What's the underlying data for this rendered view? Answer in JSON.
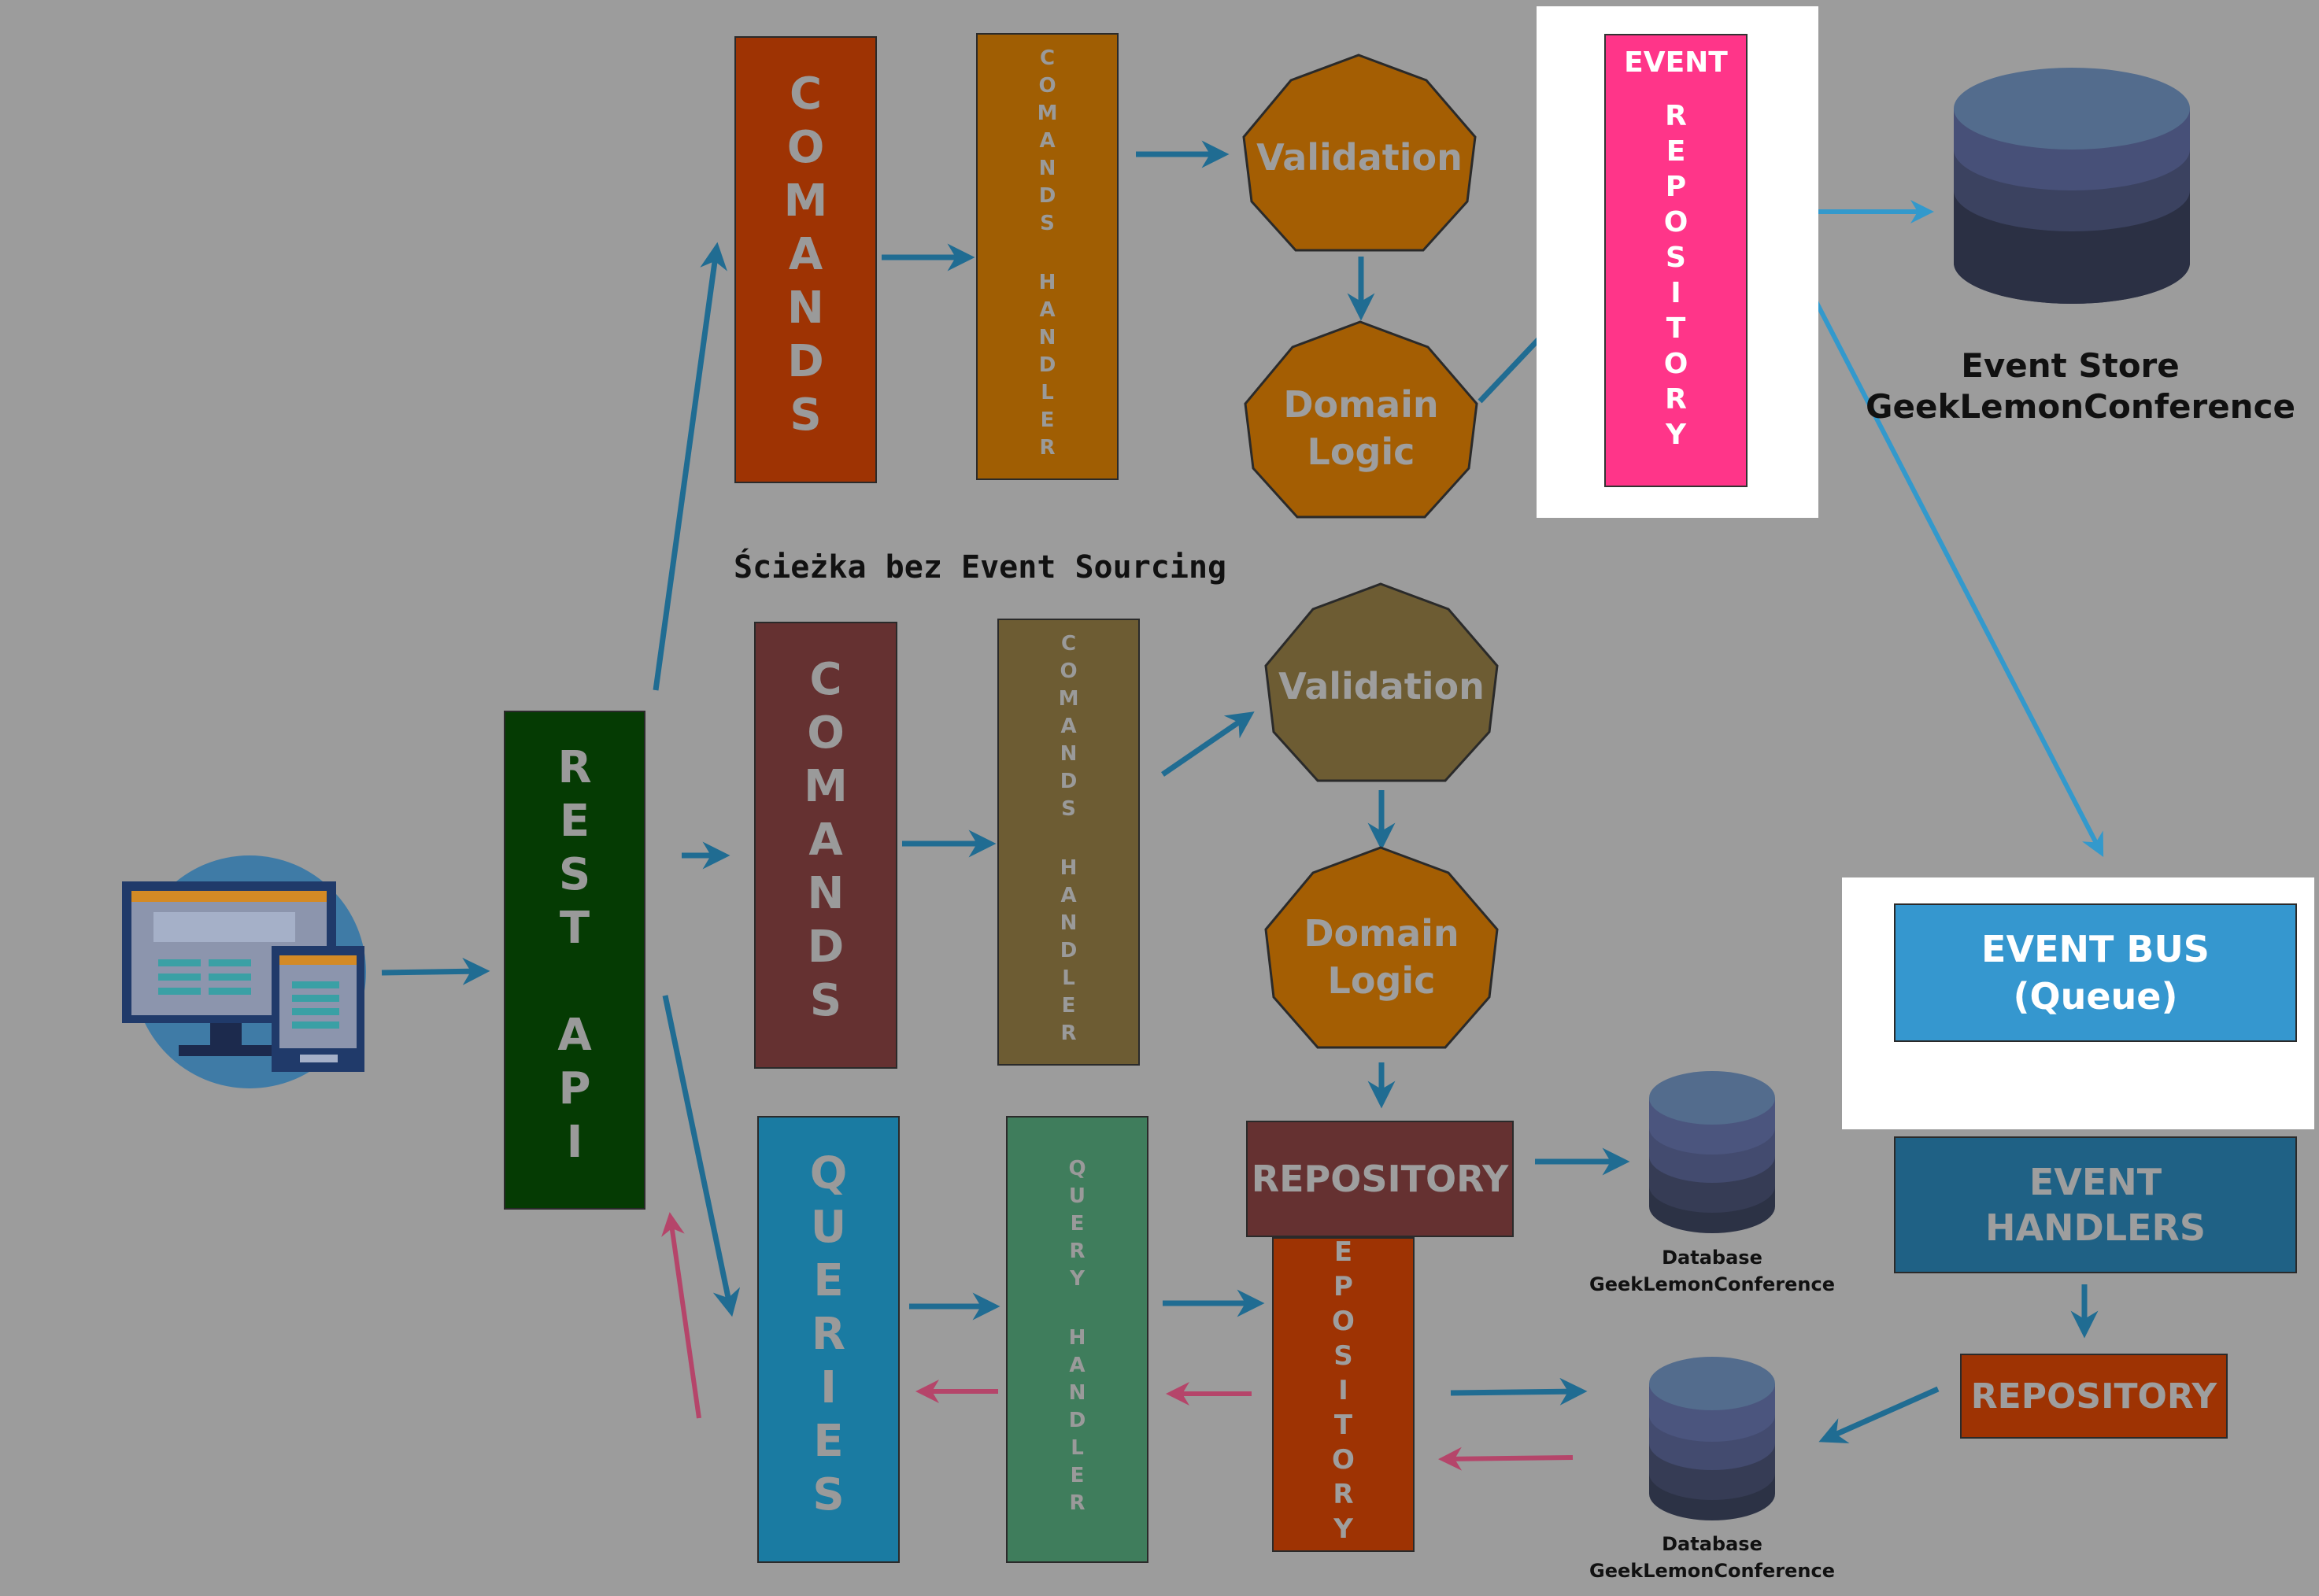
{
  "rest_api": {
    "label": "REST API"
  },
  "es_path": {
    "comands": "COMANDS",
    "comands_handler": "COMANDS HANDLER",
    "validation": "Validation",
    "domain_logic_line1": "Domain",
    "domain_logic_line2": "Logic",
    "event_repository_top": "EVENT",
    "event_repository_vertical": "REPOSITORY",
    "event_store_line1": "Event Store",
    "event_store_line2": "GeekLemonConference"
  },
  "path_label": "Ścieżka bez Event Sourcing",
  "plain_path": {
    "comands": "COMANDS",
    "comands_handler": "COMANDS HANDLER",
    "validation": "Validation",
    "domain_logic_line1": "Domain",
    "domain_logic_line2": "Logic",
    "repository": "REPOSITORY",
    "database_line1": "Database",
    "database_line2": "GeekLemonConference"
  },
  "query_path": {
    "queries": "QUERIES",
    "query_handler": "QUERY HANDLER",
    "repository_vertical": "EPOSITORY",
    "database_line1": "Database",
    "database_line2": "GeekLemonConference"
  },
  "event_bus": {
    "line1": "EVENT BUS",
    "line2": "(Queue)"
  },
  "event_handlers": {
    "line1": "EVENT",
    "line2": "HANDLERS"
  },
  "bus_repository": "REPOSITORY",
  "colors": {
    "background": "#9c9c9c",
    "rest_api": "#053b03",
    "comands_es": "#9e3303",
    "comands_handler_es": "#a05e03",
    "octagon_es": "#a45e03",
    "event_repository": "#ff3589",
    "comands_plain": "#653131",
    "comands_handler_plain": "#6d5c33",
    "octagon_plain_validation": "#6d5c33",
    "queries": "#1a7ba2",
    "query_handler": "#3f7d5c",
    "repository_vertical": "#9e3303",
    "repository_plain": "#653131",
    "event_bus": "#3597cf",
    "event_handlers": "#1f6185",
    "bus_repository": "#9e3303",
    "arrow_blue": "#206c92",
    "arrow_red": "#b5456a",
    "arrow_light_blue": "#3399cc"
  },
  "icons": [
    "desktop-tablet-icon",
    "database-icon"
  ]
}
